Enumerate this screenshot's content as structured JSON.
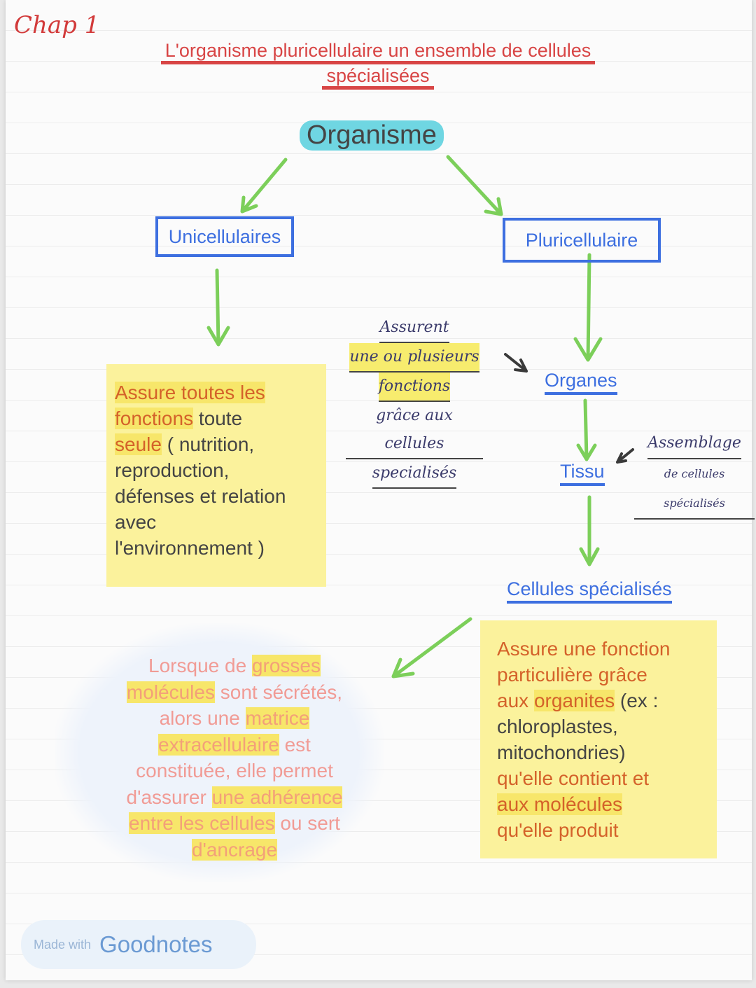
{
  "chapter": "Chap 1",
  "title": {
    "line1": "L'organisme pluricellulaire un ensemble de cellules",
    "line2": "spécialisées"
  },
  "nodes": {
    "organisme": "Organisme",
    "unicellulaires": "Unicellulaires",
    "pluricellulaire": "Pluricellulaire",
    "organes": "Organes",
    "tissu": "Tissu",
    "cellules": "Cellules spécialisés"
  },
  "note_uni": {
    "l1a": "Assure toutes les",
    "l2a": "fonctions",
    "l2b": " toute",
    "l3a": "seule",
    "l3b": " ( nutrition,",
    "l4": "reproduction,",
    "l5": "défenses et relation",
    "l6": "avec",
    "l7": "l'environnement )"
  },
  "note_cellules": {
    "l1": "Assure une fonction",
    "l2": "particulière grâce",
    "l3a": "aux ",
    "l3b": "organites",
    "l3c": " (ex :",
    "l4": "chloroplastes,",
    "l5": "mitochondries)",
    "l6": "qu'elle contient et",
    "l7": "aux molécules",
    "l8": "qu'elle produit"
  },
  "cloud": {
    "l1a": "Lorsque de ",
    "l1b": "grosses",
    "l2a": "molécules",
    "l2b": " sont sécrétés,",
    "l3a": "alors une ",
    "l3b": "matrice",
    "l4a": "extracellulaire",
    "l4b": " est",
    "l5": "constituée, elle permet",
    "l6a": "d'assurer ",
    "l6b": "une adhérence",
    "l7a": "entre les cellules",
    "l7b": " ou sert",
    "l8": "d'ancrage"
  },
  "hand_organes": {
    "l1": "Assurent",
    "l2": "une ou plusieurs",
    "l3": "fonctions",
    "l4": "grâce aux cellules",
    "l5": "specialisés"
  },
  "hand_tissu": {
    "l1": "Assemblage",
    "l2": "de cellules spécialisés"
  },
  "badge": {
    "small": "Made with",
    "big": "Goodnotes"
  },
  "colors": {
    "arrow": "#7ccf5a",
    "box_blue": "#3d6fe0",
    "title_red": "#d84545",
    "highlight": "#f7e66a",
    "note_yellow": "#fbf29c",
    "cyan": "#6fd6e2"
  }
}
